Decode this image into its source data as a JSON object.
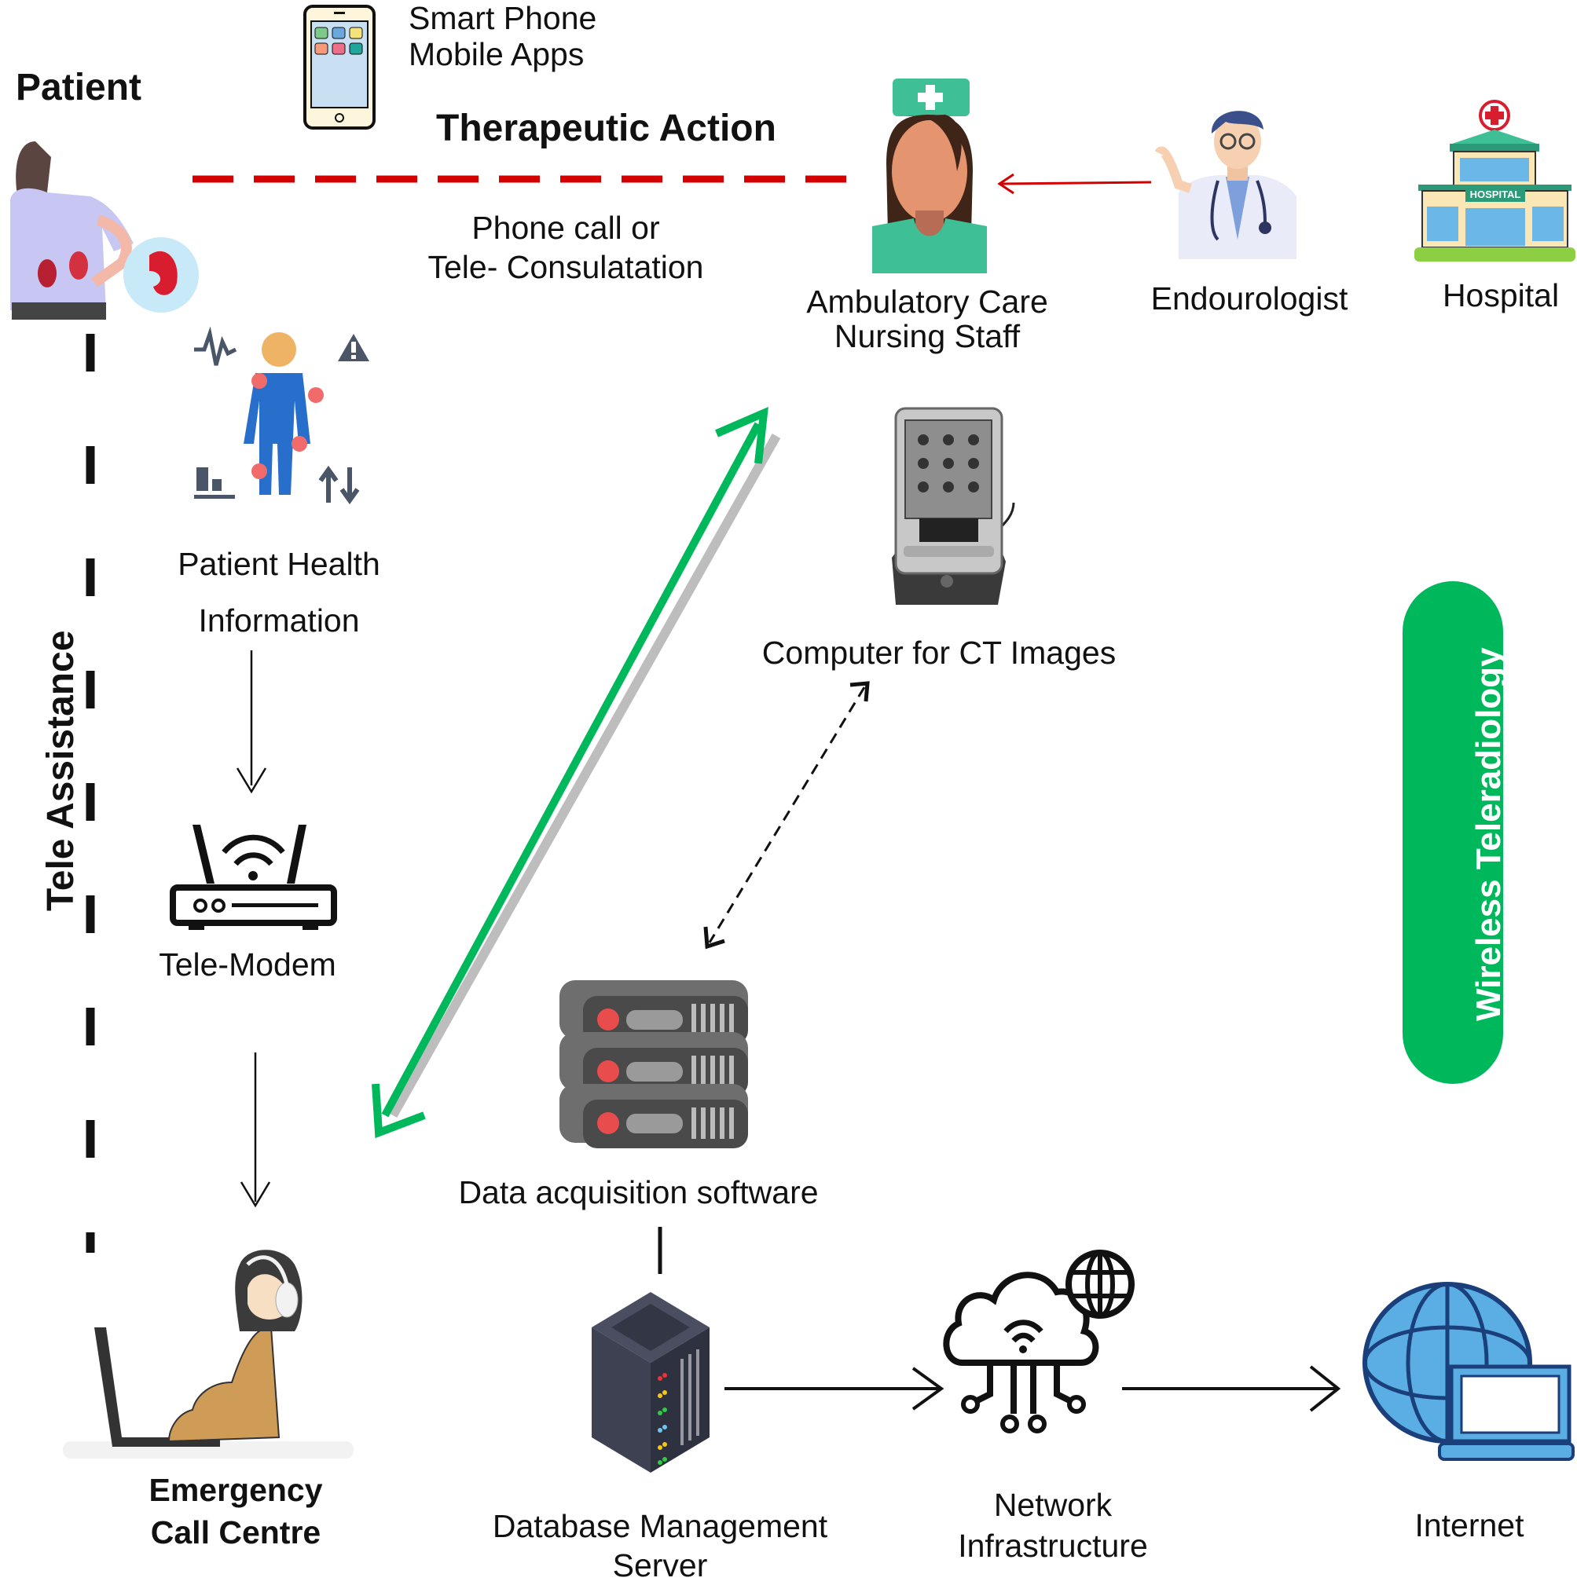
{
  "title": "Telemedicine / Wireless Teleradiology Workflow",
  "labels": {
    "patient": "Patient",
    "smartphone_line1": "Smart Phone",
    "smartphone_line2": "Mobile Apps",
    "therapeutic_action": "Therapeutic Action",
    "phone_call_line1": "Phone call or",
    "phone_call_line2": "Tele- Consulatation",
    "nursing_line1": "Ambulatory Care",
    "nursing_line2": "Nursing Staff",
    "endourologist": "Endourologist",
    "hospital": "Hospital",
    "hospital_sign": "HOSPITAL",
    "phi_line1": "Patient Health",
    "phi_line2": "Information",
    "tele_modem": "Tele-Modem",
    "tele_assistance": "Tele Assistance",
    "computer_ct": "Computer for CT Images",
    "wireless_teleradiology": "Wireless Teleradiology",
    "data_acquisition": "Data acquisition software",
    "emergency_line1": "Emergency",
    "emergency_line2": "Call Centre",
    "dbms_line1": "Database Management",
    "dbms_line2": "Server",
    "network_line1": "Network",
    "network_line2": "Infrastructure",
    "internet": "Internet"
  },
  "colors": {
    "accent_green": "#00b85c",
    "dashed_red": "#d40000",
    "nurse_green": "#3fbf96",
    "globe_blue": "#5aaee3"
  }
}
